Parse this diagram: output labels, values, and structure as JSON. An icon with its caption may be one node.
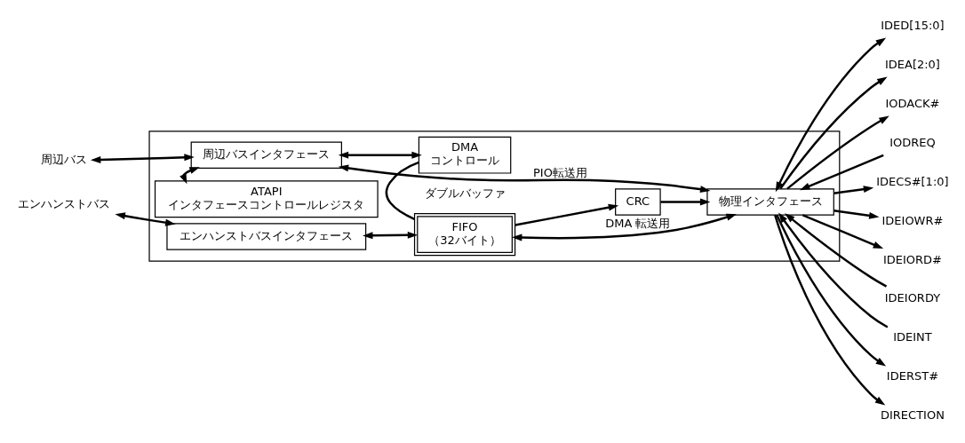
{
  "diagram": {
    "nodes": [
      {
        "text": [],
        "shape": "box"
      },
      {
        "text": [
          "周辺バス"
        ]
      },
      {
        "text": [
          "エンハンストバス"
        ]
      },
      {
        "text": [
          "周辺バスインタフェース"
        ],
        "in": 0
      },
      {
        "text": [
          "ATAPI インタフェースコントロールレジスタ"
        ],
        "in": 0
      },
      {
        "text": [
          "エンハンストバスインタフェース"
        ],
        "in": 0
      },
      {
        "text": [
          "DMA コントロール"
        ],
        "in": 0
      },
      {
        "text": [
          "FIFO （32バイト）"
        ],
        "beside": [
          "ダブルバッファ"
        ],
        "in": 0
      },
      {
        "text": [
          "CRC"
        ],
        "in": 0
      },
      {
        "text": [
          "物理インタフェース"
        ],
        "in": 0
      },
      {
        "text": [
          "IDED[15:0]"
        ]
      },
      {
        "text": [
          "IDEA[2:0]"
        ]
      },
      {
        "text": [
          "IODACK#"
        ]
      },
      {
        "text": [
          "IODREQ"
        ]
      },
      {
        "text": [
          "IDECS#[1:0]"
        ]
      },
      {
        "text": [
          "IDEIOWR#"
        ]
      },
      {
        "text": [
          "IDEIORD#"
        ]
      },
      {
        "text": [
          "IDEIORDY"
        ]
      },
      {
        "text": [
          "IDEINT"
        ]
      },
      {
        "text": [
          "IDERST#"
        ]
      },
      {
        "text": [
          "DIRECTION"
        ]
      }
    ],
    "edges": [
      {
        "from": 1,
        "to": 3,
        "arrow": "both"
      },
      {
        "from": 3,
        "to": 9,
        "arrow": "both",
        "label": "PIO転送用"
      },
      {
        "from": 3,
        "to": 6,
        "arrow": "both"
      },
      {
        "from": 3,
        "to": 4,
        "arrow": "both"
      },
      {
        "from": 2,
        "to": 5,
        "arrow": "both"
      },
      {
        "from": 5,
        "to": 7,
        "arrow": "both"
      },
      {
        "from": 6,
        "to": 7,
        "arrow": "none"
      },
      {
        "from": 7,
        "to": 9,
        "arrow": "both",
        "label": "DMA 転送用"
      },
      {
        "from": 7,
        "to": 8,
        "arrow": "to"
      },
      {
        "from": 8,
        "to": 9,
        "arrow": "to"
      },
      {
        "from": 9,
        "to": 10,
        "arrow": "both"
      },
      {
        "from": 9,
        "to": 11,
        "arrow": "to"
      },
      {
        "from": 9,
        "to": 12,
        "arrow": "to"
      },
      {
        "from": 13,
        "to": 9,
        "arrow": "to"
      },
      {
        "from": 9,
        "to": 14,
        "arrow": "to"
      },
      {
        "from": 9,
        "to": 15,
        "arrow": "to"
      },
      {
        "from": 9,
        "to": 16,
        "arrow": "to"
      },
      {
        "from": 17,
        "to": 9,
        "arrow": "to"
      },
      {
        "from": 18,
        "to": 9,
        "arrow": "to"
      },
      {
        "from": 9,
        "to": 19,
        "arrow": "to"
      },
      {
        "from": 9,
        "to": 20,
        "arrow": "to"
      }
    ]
  }
}
